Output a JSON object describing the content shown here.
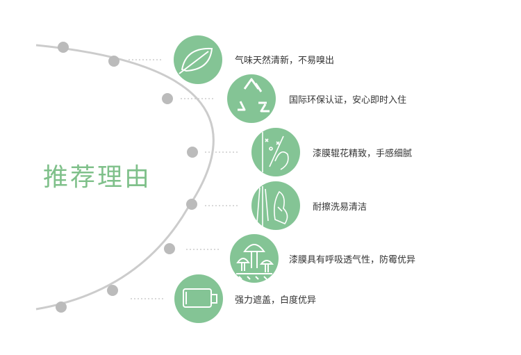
{
  "title": "推荐理由",
  "colors": {
    "accent": "#84c495",
    "title": "#7fc08a",
    "arc": "#cccccc",
    "dot": "#bbbbbb",
    "text": "#333333"
  },
  "features": [
    {
      "icon": "leaf-icon",
      "text": "气味天然清新，不易嗅出"
    },
    {
      "icon": "recycle-icon",
      "text": "国际环保认证，安心即时入住"
    },
    {
      "icon": "brush-stroke-icon",
      "text": "漆膜辊花精致，手感细腻"
    },
    {
      "icon": "wipe-clean-icon",
      "text": "耐擦洗易清洁"
    },
    {
      "icon": "mushroom-icon",
      "text": "漆膜具有呼吸透气性，防霉优异"
    },
    {
      "icon": "paint-roller-icon",
      "text": "强力遮盖，白度优异"
    }
  ]
}
